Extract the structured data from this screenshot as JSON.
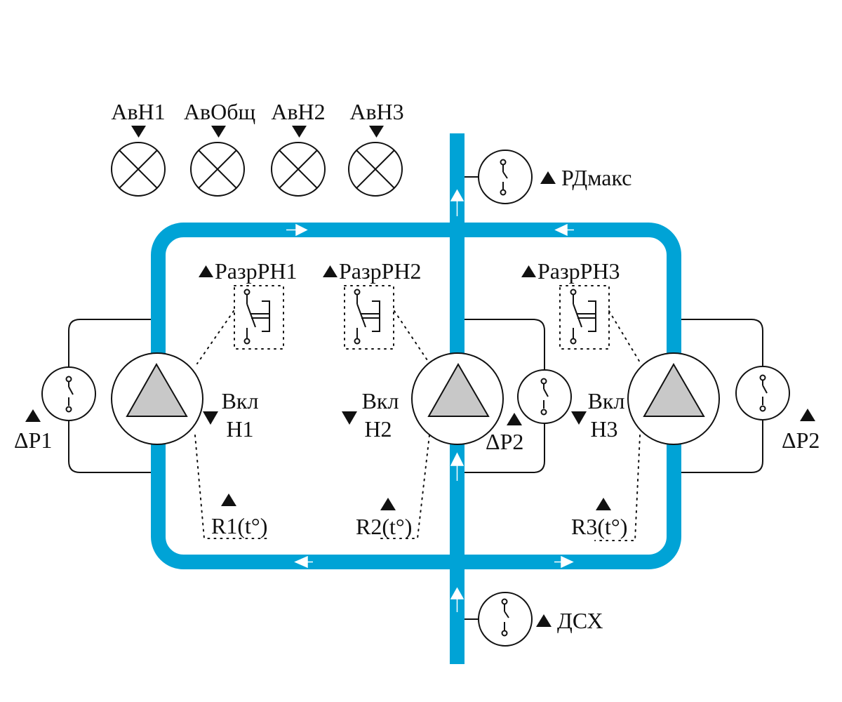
{
  "colors": {
    "pipe": "#00a3d6",
    "pump_fill": "#c8c8c8",
    "line": "#111111",
    "flow_arrow": "#ffffff"
  },
  "lamps": [
    {
      "id": "avn1",
      "label": "АвН1"
    },
    {
      "id": "avobsch",
      "label": "АвОбщ"
    },
    {
      "id": "avn2",
      "label": "АвН2"
    },
    {
      "id": "avn3",
      "label": "АвН3"
    }
  ],
  "pressure_switches": {
    "max": {
      "label": "РДмакс",
      "marker": "▲"
    },
    "dry_run": {
      "label": "ДСХ",
      "marker": "▲"
    }
  },
  "permits": [
    {
      "id": "rn1",
      "label": "РазрРН1",
      "marker": "▲"
    },
    {
      "id": "rn2",
      "label": "РазрРН2",
      "marker": "▲"
    },
    {
      "id": "rn3",
      "label": "РазрРН3",
      "marker": "▲"
    }
  ],
  "pumps": [
    {
      "id": "h1",
      "label_line1": "Вкл",
      "label_line2": "Н1",
      "marker": "▼"
    },
    {
      "id": "h2",
      "label_line1": "Вкл",
      "label_line2": "Н2",
      "marker": "▼"
    },
    {
      "id": "h3",
      "label_line1": "Вкл",
      "label_line2": "Н3",
      "marker": "▼"
    }
  ],
  "diff_pressure": [
    {
      "id": "dp1",
      "label": "ΔP1",
      "marker": "▲"
    },
    {
      "id": "dp2a",
      "label": "ΔP2",
      "marker": "▲"
    },
    {
      "id": "dp2b",
      "label": "ΔP2",
      "marker": "▲"
    }
  ],
  "temp_sensors": [
    {
      "id": "r1",
      "label": "R1(t°)",
      "marker": "▲"
    },
    {
      "id": "r2",
      "label": "R2(t°)",
      "marker": "▲"
    },
    {
      "id": "r3",
      "label": "R3(t°)",
      "marker": "▲"
    }
  ]
}
